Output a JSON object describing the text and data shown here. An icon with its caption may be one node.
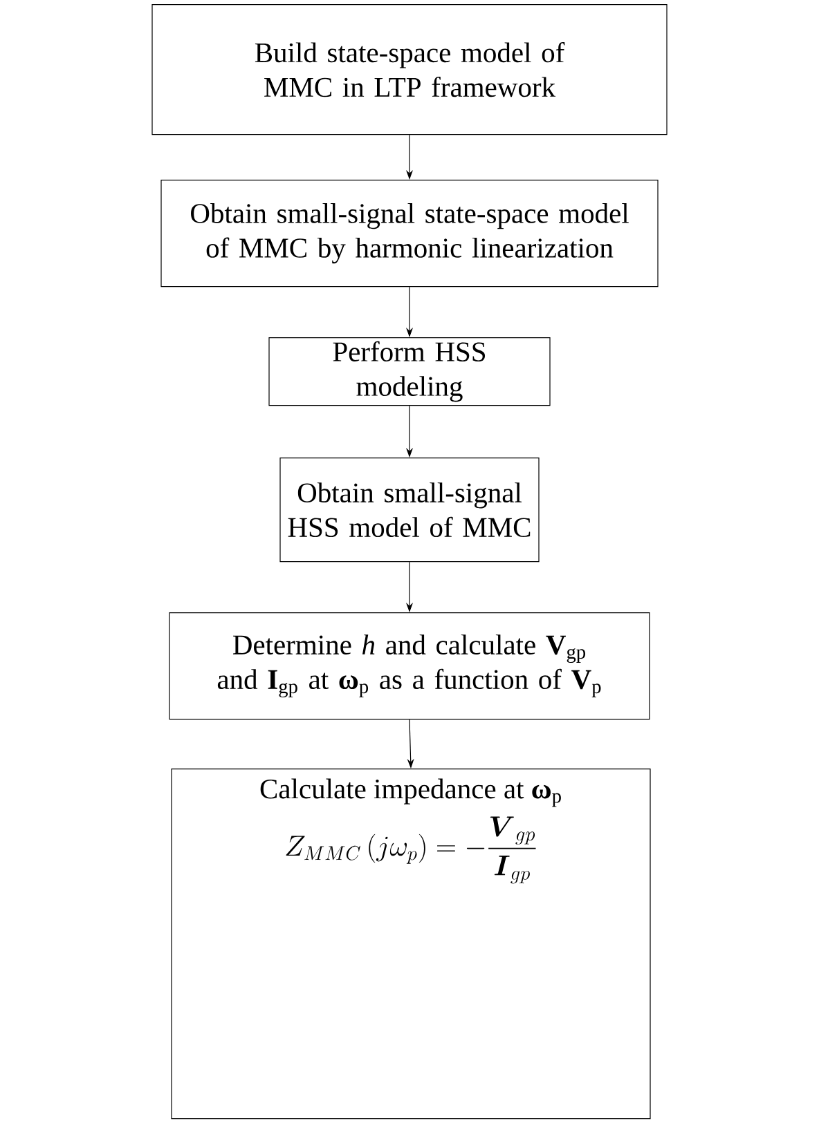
{
  "diagram": {
    "nodes": [
      {
        "text": [
          "Build state-space model of MMC in LTP framework"
        ]
      },
      {
        "text": [
          "Obtain small-signal state-space model of MMC by harmonic linearization"
        ]
      },
      {
        "text": [
          "Perform HSS modeling"
        ]
      },
      {
        "text": [
          "Obtain small-signal HSS model of MMC"
        ]
      },
      {
        "text": [
          "Determine *h* and calculate **V**$_{gp}$ and **I**$_{gp}$ at **ω**$_{p}$ as a function of **V**$_{p}$"
        ]
      },
      {
        "text": [
          "Calculate impedance at **ω**$_{p}$",
          "Z_{MMC}\\left(j\\omega_p\\right)=-\\frac{\\boldsymbol{V}_{gp}}{\\boldsymbol{I}_{gp}}"
        ]
      }
    ],
    "edges": [
      {
        "from": 0,
        "to": 1,
        "arrow": "to"
      },
      {
        "from": 1,
        "to": 2,
        "arrow": "to"
      },
      {
        "from": 2,
        "to": 3,
        "arrow": "to"
      },
      {
        "from": 3,
        "to": 4,
        "arrow": "to"
      },
      {
        "from": 4,
        "to": 5,
        "arrow": "to"
      }
    ]
  }
}
